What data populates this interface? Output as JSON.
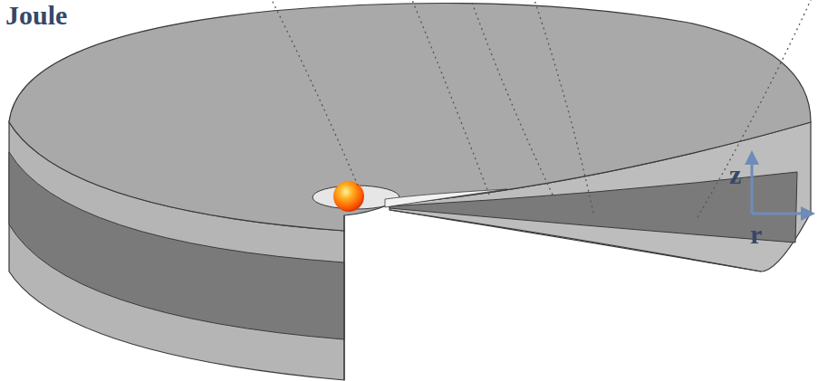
{
  "diagram": {
    "labels": [
      "Joule",
      "z",
      "r"
    ]
  }
}
